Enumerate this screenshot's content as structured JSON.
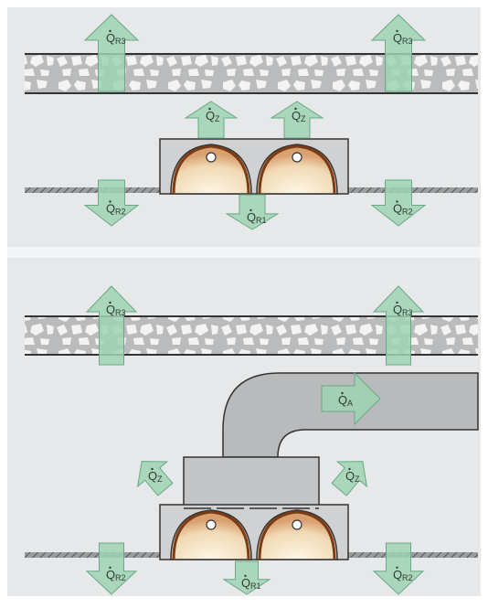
{
  "colors": {
    "background_panel": "#e7e8e9",
    "slab": "#b9bbbd",
    "stone": "#f3f3f1",
    "duct": "#b8babc",
    "lamp_body": "#f2e1c8",
    "lamp_stroke": "#333333",
    "lamp_glow": "#7a3b15",
    "arrow_fill": "#9fd2b4",
    "arrow_stroke": "#6aa886",
    "ceiling_line": "#333333"
  },
  "panels": [
    {
      "name": "top-panel",
      "arrows": [
        {
          "id": "top-qr3-left",
          "label": "Q",
          "sub": "R3",
          "direction": "up"
        },
        {
          "id": "top-qr3-right",
          "label": "Q",
          "sub": "R3",
          "direction": "up"
        },
        {
          "id": "top-qz-left",
          "label": "Q",
          "sub": "Z",
          "direction": "up"
        },
        {
          "id": "top-qz-right",
          "label": "Q",
          "sub": "Z",
          "direction": "up"
        },
        {
          "id": "top-qr2-left",
          "label": "Q",
          "sub": "R2",
          "direction": "down"
        },
        {
          "id": "top-qr1",
          "label": "Q",
          "sub": "R1",
          "direction": "down"
        },
        {
          "id": "top-qr2-right",
          "label": "Q",
          "sub": "R2",
          "direction": "down"
        }
      ]
    },
    {
      "name": "bottom-panel",
      "arrows": [
        {
          "id": "bot-qr3-left",
          "label": "Q",
          "sub": "R3",
          "direction": "up"
        },
        {
          "id": "bot-qr3-right",
          "label": "Q",
          "sub": "R3",
          "direction": "up"
        },
        {
          "id": "bot-qa",
          "label": "Q",
          "sub": "A",
          "direction": "right"
        },
        {
          "id": "bot-qz-left",
          "label": "Q",
          "sub": "Z",
          "direction": "up-left"
        },
        {
          "id": "bot-qz-right",
          "label": "Q",
          "sub": "Z",
          "direction": "up-right"
        },
        {
          "id": "bot-qr2-left",
          "label": "Q",
          "sub": "R2",
          "direction": "down"
        },
        {
          "id": "bot-qr1",
          "label": "Q",
          "sub": "R1",
          "direction": "down"
        },
        {
          "id": "bot-qr2-right",
          "label": "Q",
          "sub": "R2",
          "direction": "down"
        }
      ]
    }
  ]
}
